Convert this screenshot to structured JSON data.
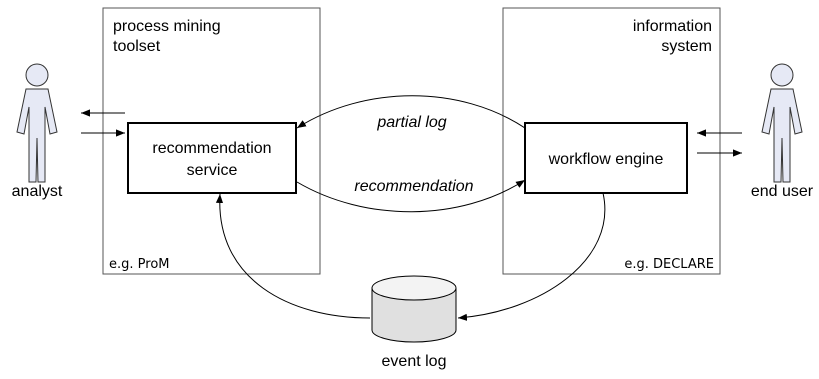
{
  "containers": {
    "left": {
      "title_line1": "process mining",
      "title_line2": "toolset",
      "example": "e.g. ProM"
    },
    "right": {
      "title_line1": "information",
      "title_line2": "system",
      "example": "e.g. DECLARE"
    }
  },
  "boxes": {
    "recommendation_service": {
      "line1": "recommendation",
      "line2": "service"
    },
    "workflow_engine": {
      "label": "workflow engine"
    }
  },
  "actors": {
    "analyst": {
      "label": "analyst",
      "icon": "person-icon",
      "fill": "#e6e9f5"
    },
    "end_user": {
      "label": "end user",
      "icon": "person-icon",
      "fill": "#e6e9f5"
    }
  },
  "edges": {
    "partial_log": "partial log",
    "recommendation": "recommendation"
  },
  "event_log": {
    "label": "event log",
    "icon": "database-icon",
    "fill": "#e0e0e0"
  }
}
